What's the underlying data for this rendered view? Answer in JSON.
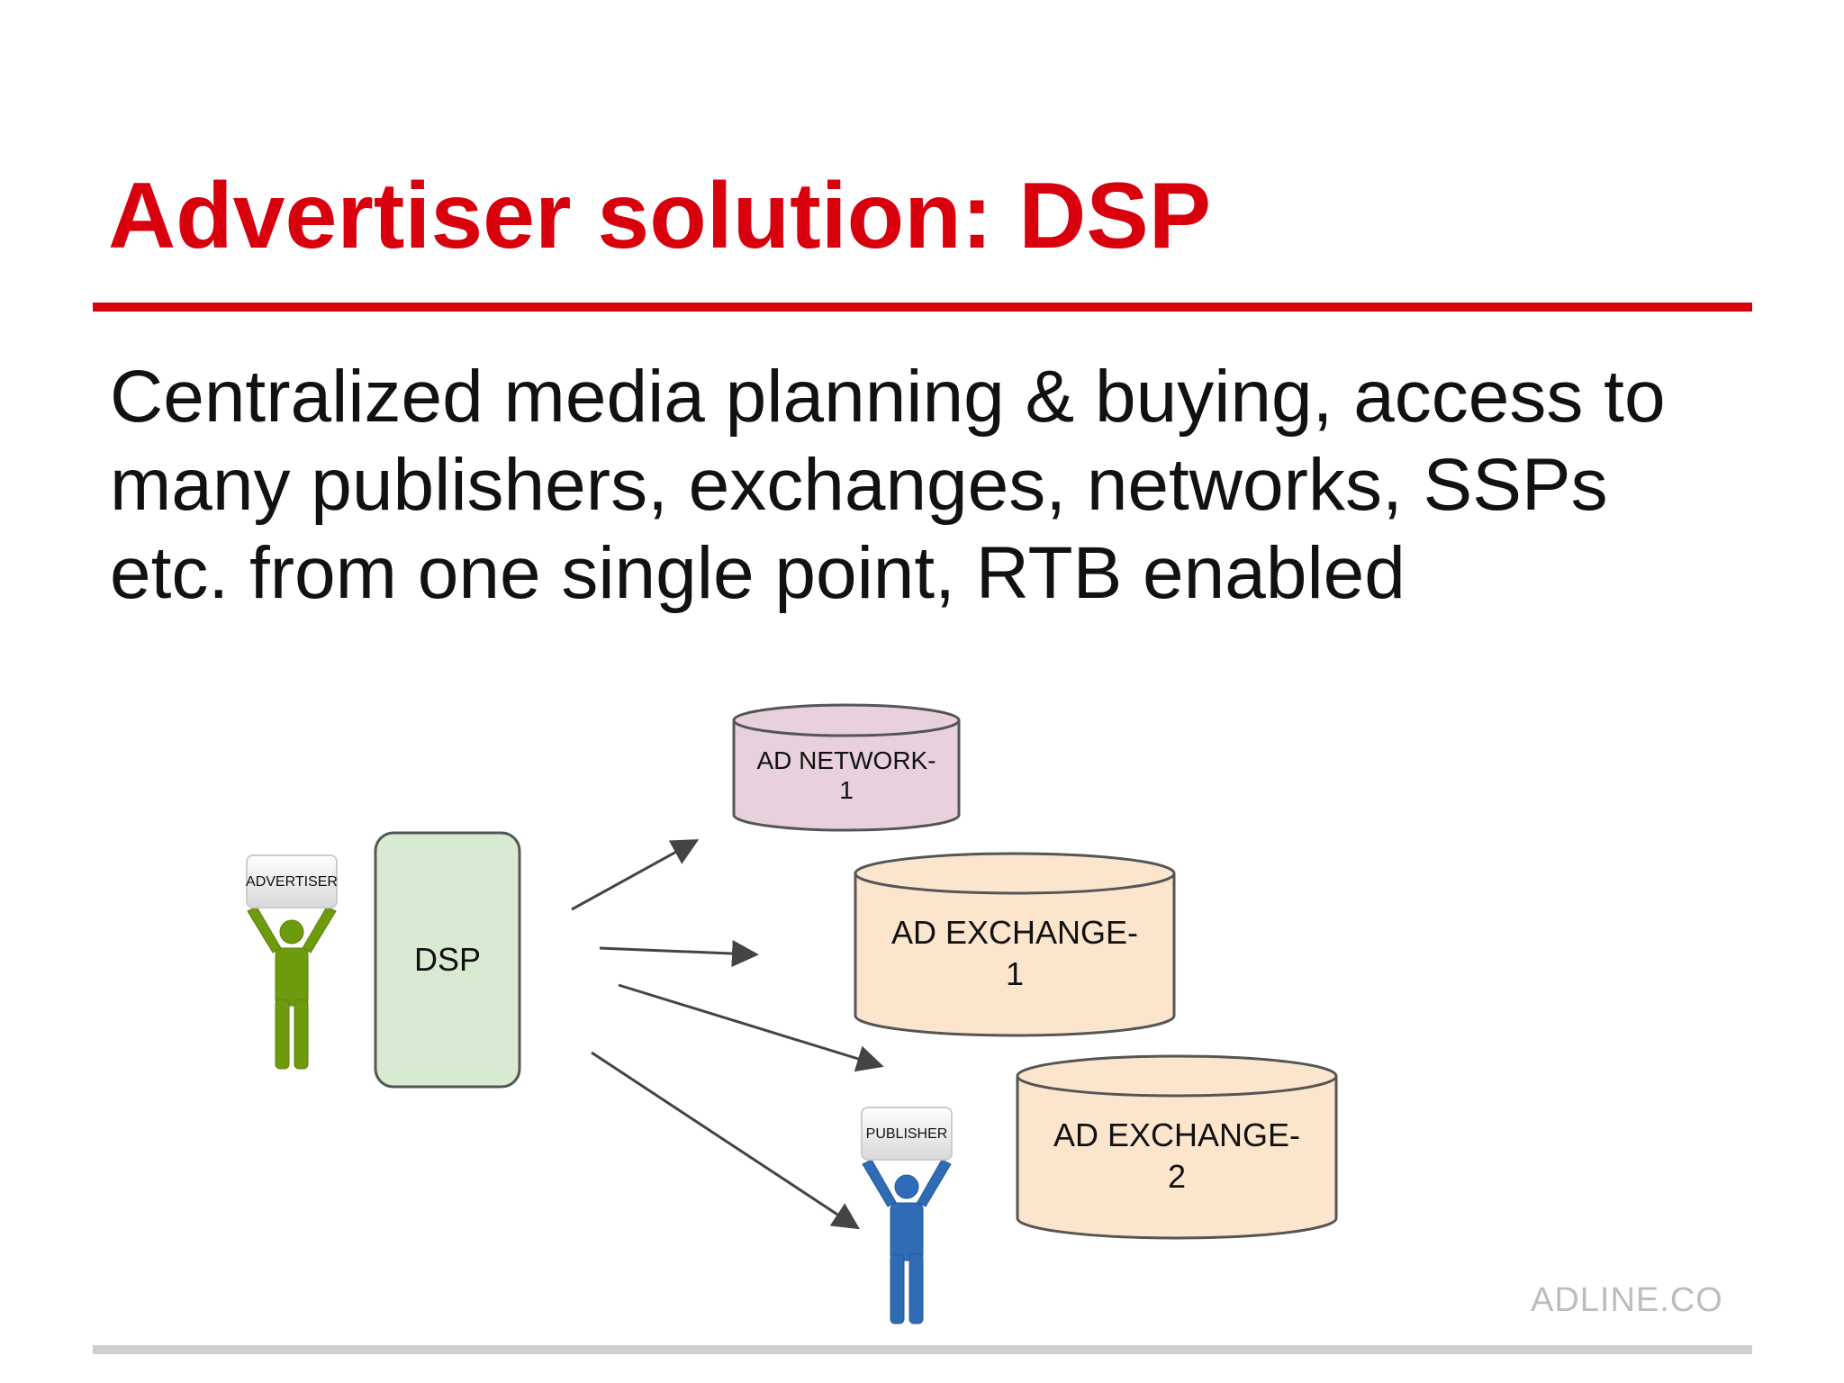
{
  "slide": {
    "title": "Advertiser solution: DSP",
    "body_lines": [
      "Centralized media planning & buying, access to",
      "many publishers, exchanges, networks, SSPs",
      "etc. from one single point, RTB enabled"
    ],
    "watermark": "ADLINE.CO"
  },
  "diagram": {
    "advertiser": {
      "sign": "ADVERTISER",
      "color": "#6e9a0e"
    },
    "dsp_box": {
      "label": "DSP",
      "fill": "#d9ead3"
    },
    "ad_network_1": {
      "line1": "AD NETWORK-",
      "line2": "1",
      "fill": "#e8d0dc"
    },
    "ad_exchange_1": {
      "line1": "AD EXCHANGE-",
      "line2": "1",
      "fill": "#fce5cd"
    },
    "ad_exchange_2": {
      "line1": "AD EXCHANGE-",
      "line2": "2",
      "fill": "#fce5cd"
    },
    "publisher": {
      "sign": "PUBLISHER",
      "color": "#2f6cb5"
    },
    "arrow_color": "#444444"
  },
  "colors": {
    "accent": "#d9000d",
    "text": "#111111",
    "footer_rule": "#cfcfcf"
  }
}
